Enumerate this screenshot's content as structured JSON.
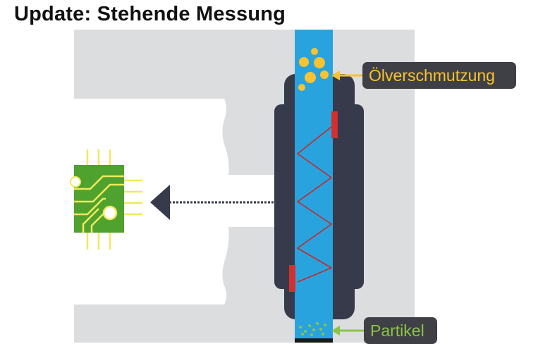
{
  "title": "Update: Stehende Messung",
  "labels": {
    "oil_contamination": "Ölverschmutzung",
    "particles": "Partikel"
  },
  "colors": {
    "background_panel": "#dcdddf",
    "housing": "#363a4a",
    "oil_channel": "#29a3dd",
    "oil_droplet": "#f7c331",
    "particle": "#8bc34a",
    "sensor_electrode": "#d32f2f",
    "signal_wave": "#c62828",
    "pcb": "#4fa22e",
    "pcb_traces": "#f2e85c",
    "arrow": "#363a4a",
    "callout_bg": "#3f4045",
    "oil_label_text": "#f7c331",
    "particle_label_text": "#8bc34a"
  }
}
